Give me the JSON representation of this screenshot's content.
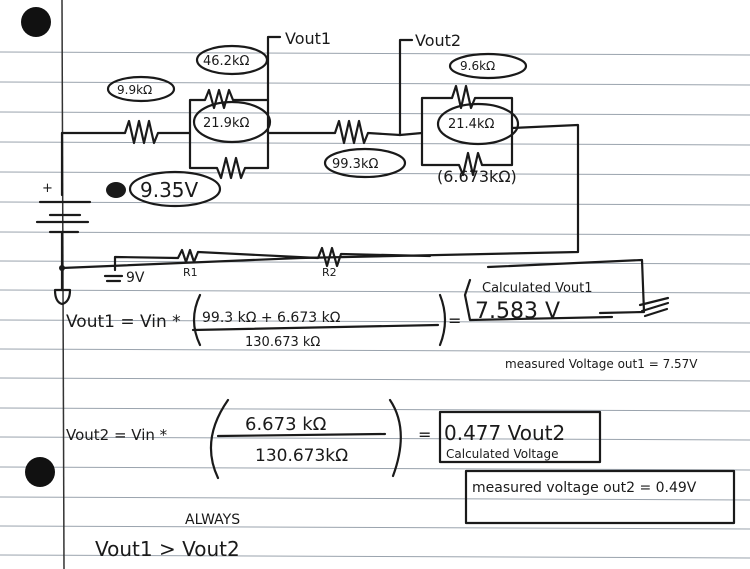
{
  "circuit": {
    "vout1_label": "Vout1",
    "vout2_label": "Vout2",
    "r_9_9": "9.9kΩ",
    "r_46_2": "46.2kΩ",
    "r_21_9": "21.9kΩ",
    "r_99_3": "99.3kΩ",
    "r_9_6": "9.6kΩ",
    "r_21_4": "21.4kΩ",
    "r_parallel": "(6.673kΩ)",
    "battery_voltage": "9.35V",
    "battery_plus": "+",
    "source_label": "9V",
    "r1_label": "R1",
    "r2_label": "R2"
  },
  "equation1": {
    "lhs": "Vout1 = Vin *",
    "numerator": "99.3 kΩ + 6.673 kΩ",
    "denominator": "130.673 kΩ",
    "equals": "=",
    "result_caption": "Calculated Vout1",
    "result": "7.583 V",
    "measured": "measured Voltage out1 = 7.57V"
  },
  "equation2": {
    "lhs": "Vout2 = Vin *",
    "numerator": "6.673 kΩ",
    "denominator": "130.673kΩ",
    "equals": "=",
    "result": "0.477 Vout2",
    "result_caption": "Calculated Voltage",
    "measured": "measured voltage out2 = 0.49V"
  },
  "conclusion": {
    "heading": "ALWAYS",
    "statement": "Vout1 > Vout2"
  }
}
